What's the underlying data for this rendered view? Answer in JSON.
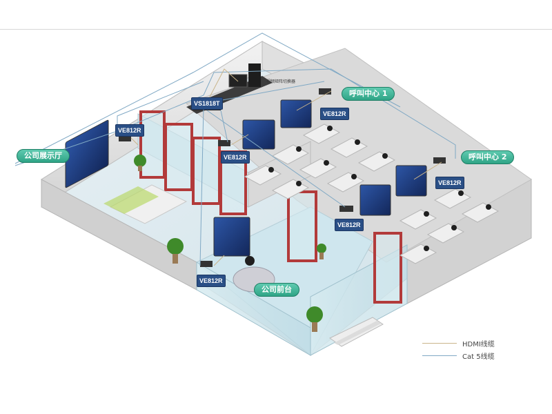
{
  "devices": {
    "switch_label": "VS1818T",
    "extender_label": "VE812R",
    "console_label": "视频矩阵切换器"
  },
  "zones": {
    "showroom": "公司展示厅",
    "call_center_1": "呼叫中心 1",
    "call_center_2": "呼叫中心 2",
    "front_desk": "公司前台"
  },
  "legend": {
    "hdmi": {
      "label": "HDMI线缆",
      "color": "#c9b48a"
    },
    "cat5": {
      "label": "Cat 5线缆",
      "color": "#7fa8c4"
    }
  },
  "colors": {
    "wall": "#e4e4e4",
    "floor": "#d9e8ee",
    "glass_frame": "#b23a3a",
    "screen": "#1e3b78",
    "accent": "#2fa486"
  }
}
